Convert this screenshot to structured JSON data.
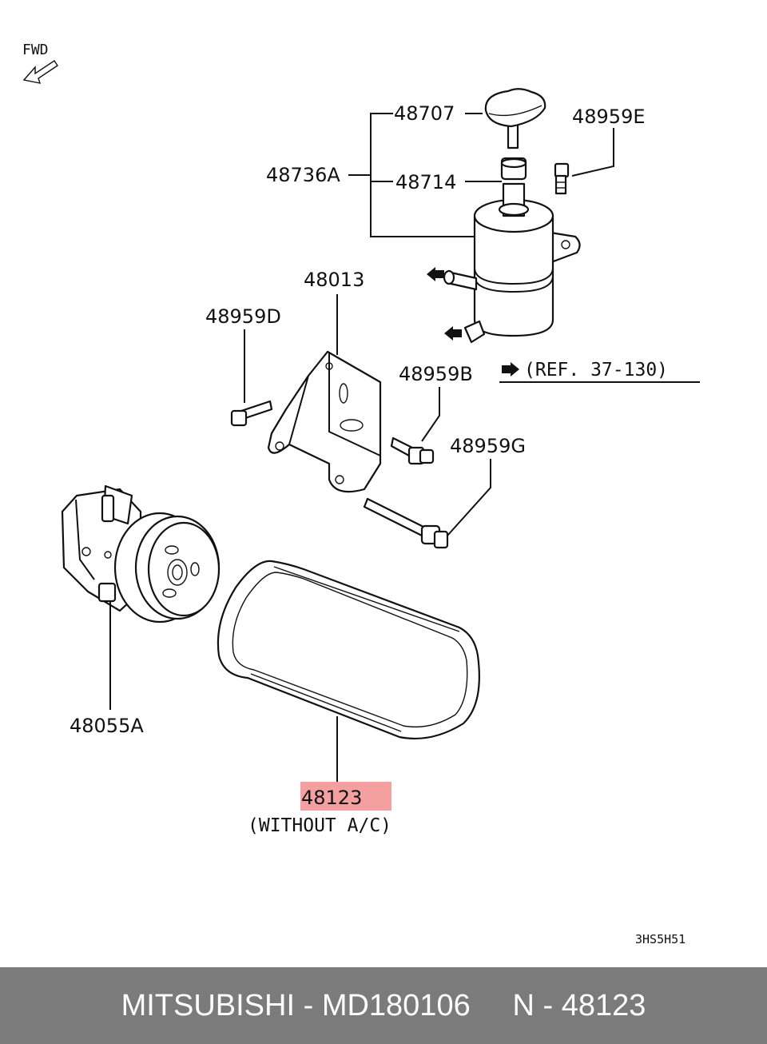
{
  "diagram": {
    "direction_label": "FWD",
    "drawing_code": "3HS5H51",
    "reference": "(REF. 37-130)",
    "highlight_color": "#f4a0a0",
    "callouts": {
      "cap": "48707",
      "bolt_e": "48959E",
      "tank_assembly": "48736A",
      "strainer": "48714",
      "bracket": "48013",
      "bolt_d": "48959D",
      "bolt_b": "48959B",
      "bolt_g": "48959G",
      "pump": "48055A",
      "belt": "48123"
    },
    "belt_note": "(WITHOUT A/C)"
  },
  "footer": {
    "brand": "MITSUBISHI",
    "separator1": " - ",
    "part_number": "MD180106",
    "gap": "     ",
    "position_prefix": "N",
    "separator2": " - ",
    "position_number": "48123",
    "background": "#7b7b7b"
  }
}
